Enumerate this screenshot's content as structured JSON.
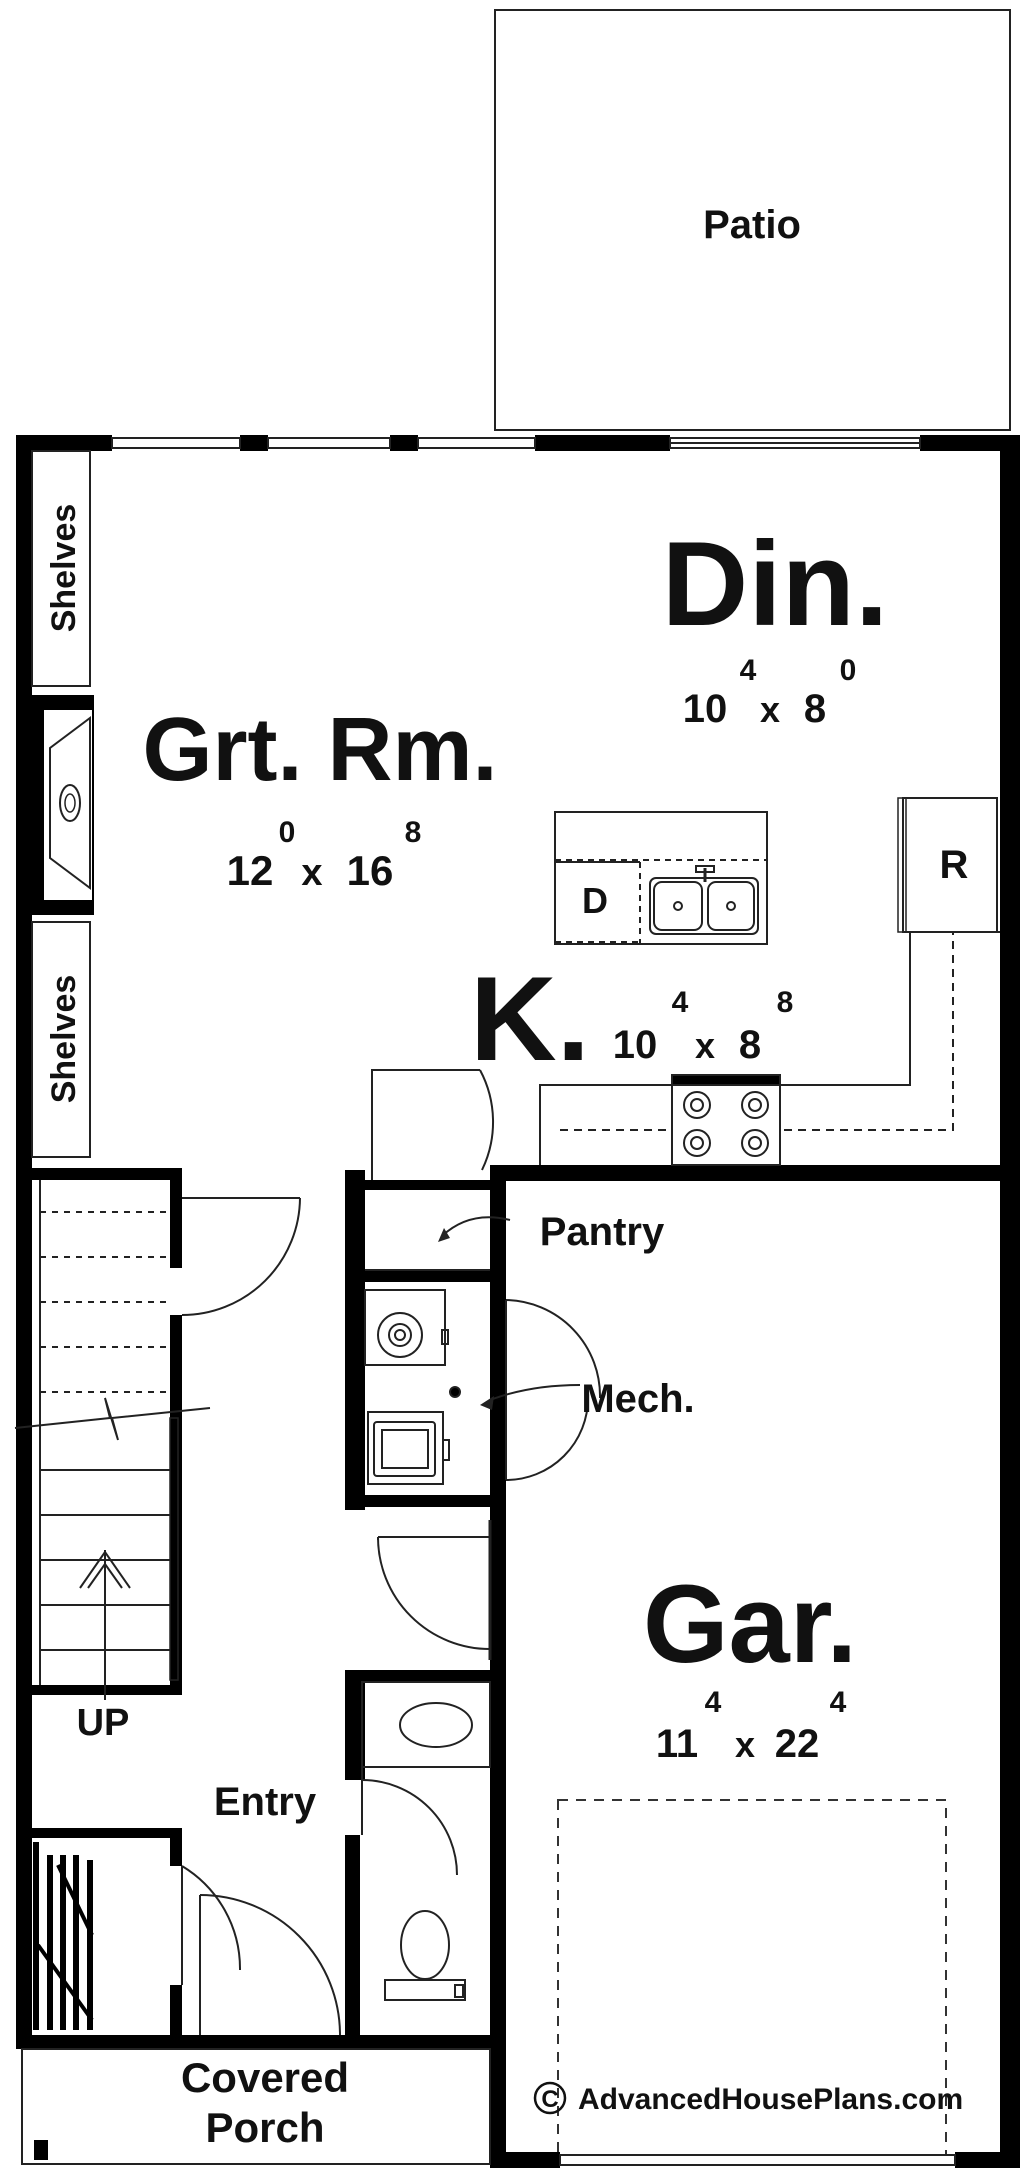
{
  "rooms": {
    "patio": "Patio",
    "dining": {
      "name": "Din.",
      "w": "10",
      "w_sup": "4",
      "x": "x",
      "d": "8",
      "d_sup": "0"
    },
    "great_room": {
      "name": "Grt. Rm.",
      "w": "12",
      "w_sup": "0",
      "x": "x",
      "d": "16",
      "d_sup": "8"
    },
    "kitchen": {
      "name": "K.",
      "w": "10",
      "w_sup": "4",
      "x": "x",
      "d": "8",
      "d_sup": "8"
    },
    "pantry": "Pantry",
    "mech": "Mech.",
    "garage": {
      "name": "Gar.",
      "w": "11",
      "w_sup": "4",
      "x": "x",
      "d": "22",
      "d_sup": "4"
    },
    "entry": "Entry",
    "covered_porch": [
      "Covered",
      "Porch"
    ],
    "shelves_top": "Shelves",
    "shelves_bottom": "Shelves",
    "stairs_up": "UP"
  },
  "appliances": {
    "dishwasher": "D",
    "refrigerator": "R"
  },
  "copyright": {
    "symbol": "C",
    "text": "AdvancedHousePlans.com"
  }
}
